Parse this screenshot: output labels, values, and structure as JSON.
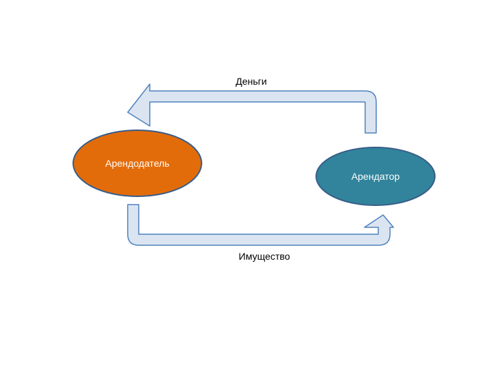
{
  "nodes": {
    "lessor": {
      "label": "Арендодатель",
      "color": "#e36c0a"
    },
    "tenant": {
      "label": "Арендатор",
      "color": "#31849b"
    }
  },
  "flows": {
    "money": {
      "label": "Деньги"
    },
    "property": {
      "label": "Имущество"
    }
  },
  "colors": {
    "arrow_fill": "#dbe5f1",
    "arrow_stroke": "#4f81bd",
    "node_stroke": "#385d8a"
  }
}
